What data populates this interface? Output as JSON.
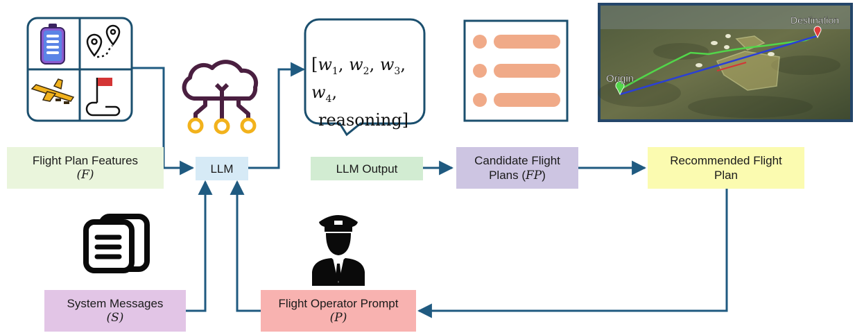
{
  "features_label": {
    "line1": "Flight Plan Features",
    "symbol": "(F)"
  },
  "llm_label": "LLM",
  "llm_output_label": "LLM Output",
  "candidate_label": {
    "line1": "Candidate Flight",
    "line2_prefix": "Plans (",
    "symbol": "FP",
    "line2_suffix": ")"
  },
  "recommended_label": {
    "line1": "Recommended Flight",
    "line2": "Plan"
  },
  "system_label": {
    "line1": "System Messages",
    "symbol": "(S)"
  },
  "operator_label": {
    "line1": "Flight Operator Prompt",
    "symbol": "(P)"
  },
  "bubble": {
    "line1_open": "[",
    "w1": "w",
    "s1": "1",
    "w2": "w",
    "s2": "2",
    "w3": "w",
    "s3": "3",
    "w4": "w",
    "s4": "4",
    "line1_close": ",",
    "line2": "reasoning]"
  },
  "map": {
    "origin": "Origin",
    "destination": "Destination"
  },
  "colors": {
    "arrow": "#1f5a80",
    "features_bg": "#eaf5dc",
    "llm_bg": "#d6eaf6",
    "output_bg": "#d2ecd2",
    "candidate_bg": "#cdc5e2",
    "recommended_bg": "#fbfbb0",
    "system_bg": "#e2c5e6",
    "operator_bg": "#f8b2b0",
    "icon_frame": "#1b4f6e",
    "list_accent": "#f0aa88",
    "cloud": "#4a1f40",
    "node_gold": "#f2b21c"
  },
  "icons": [
    "battery-icon",
    "route-pins-icon",
    "airplane-icon",
    "flag-path-icon",
    "ai-cloud-icon",
    "document-stack-icon",
    "pilot-icon",
    "list-icon",
    "map-image"
  ]
}
